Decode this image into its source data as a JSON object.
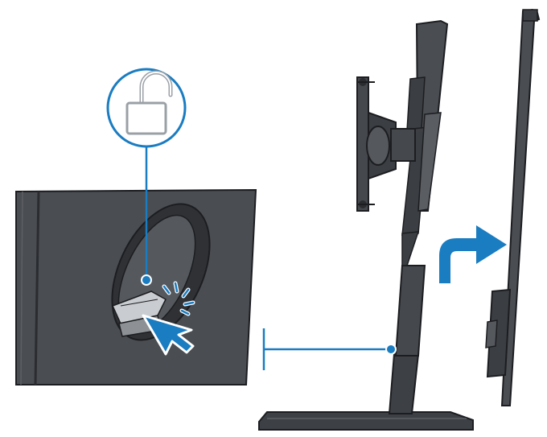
{
  "diagram": {
    "kind": "monitor-stand-release-instruction",
    "steps": [
      {
        "name": "press-release-button",
        "icon": "unlock-padlock-icon"
      },
      {
        "name": "lift-monitor-off-stand",
        "icon": "arrow-up-right-icon"
      }
    ]
  },
  "colors": {
    "accent": "#1a7cc1",
    "panel": "#4a4d52",
    "panel_light": "#6a6d72",
    "stand": "#3d4045",
    "outline": "#1c1d20",
    "icon_gray": "#9aa0a6"
  }
}
